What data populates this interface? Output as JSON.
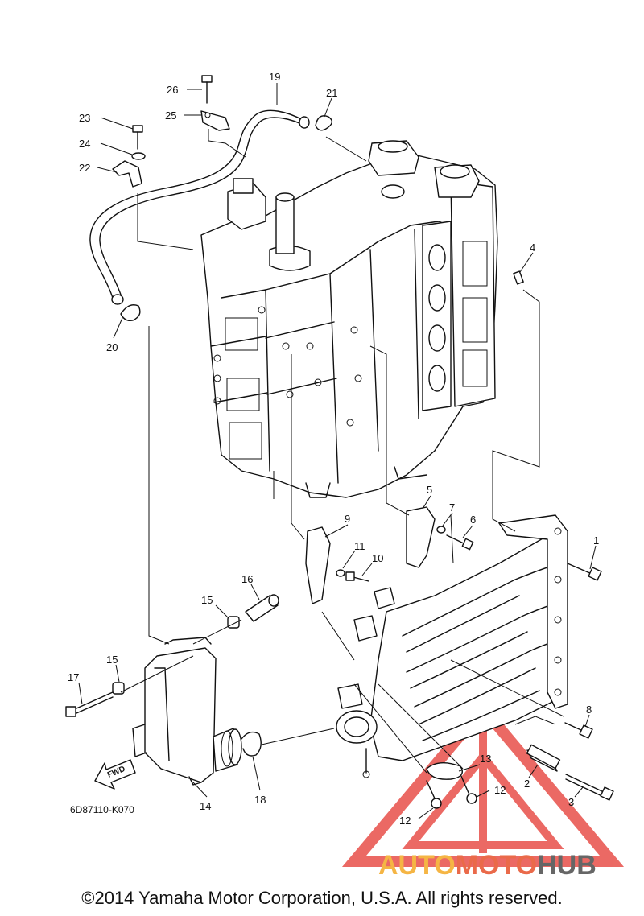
{
  "diagram": {
    "catalog_code": "6D87110-K070",
    "fwd_label": "FWD",
    "callouts": [
      "1",
      "2",
      "3",
      "4",
      "5",
      "6",
      "7",
      "8",
      "9",
      "10",
      "11",
      "12",
      "12",
      "13",
      "14",
      "15",
      "15",
      "16",
      "17",
      "18",
      "19",
      "20",
      "21",
      "22",
      "23",
      "24",
      "25",
      "26"
    ]
  },
  "watermark": {
    "part1": "AUTO",
    "part2": "MOTO",
    "part3": "HUB",
    "colors": {
      "auto": "#f5b544",
      "moto": "#ea6a4a",
      "hub": "#666666",
      "triangle": "#e8504a"
    }
  },
  "footer": {
    "copyright": "©2014 Yamaha Motor Corporation, U.S.A. All rights reserved."
  }
}
